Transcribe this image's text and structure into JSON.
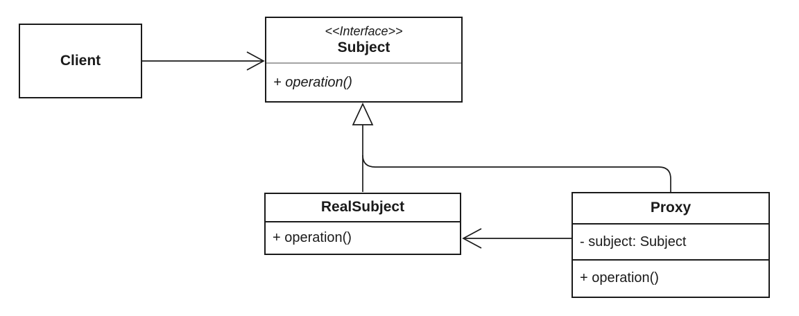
{
  "diagram": {
    "background_color": "#ffffff",
    "line_color": "#1a1a1a",
    "interface_divider_color": "#a3a3a3",
    "classes": {
      "client": {
        "name": "Client"
      },
      "subject": {
        "stereotype": "<<Interface>>",
        "name": "Subject",
        "methods": [
          "+ operation()"
        ]
      },
      "real_subject": {
        "name": "RealSubject",
        "methods": [
          "+ operation()"
        ]
      },
      "proxy": {
        "name": "Proxy",
        "attributes": [
          "- subject: Subject"
        ],
        "methods": [
          "+ operation()"
        ]
      }
    },
    "relationships": [
      {
        "from": "Client",
        "to": "Subject",
        "type": "association",
        "arrowhead": "open"
      },
      {
        "from": "RealSubject",
        "to": "Subject",
        "type": "realization",
        "arrowhead": "hollow-triangle"
      },
      {
        "from": "Proxy",
        "to": "Subject",
        "type": "realization",
        "arrowhead": "hollow-triangle"
      },
      {
        "from": "Proxy",
        "to": "RealSubject",
        "type": "association",
        "arrowhead": "open"
      }
    ]
  }
}
